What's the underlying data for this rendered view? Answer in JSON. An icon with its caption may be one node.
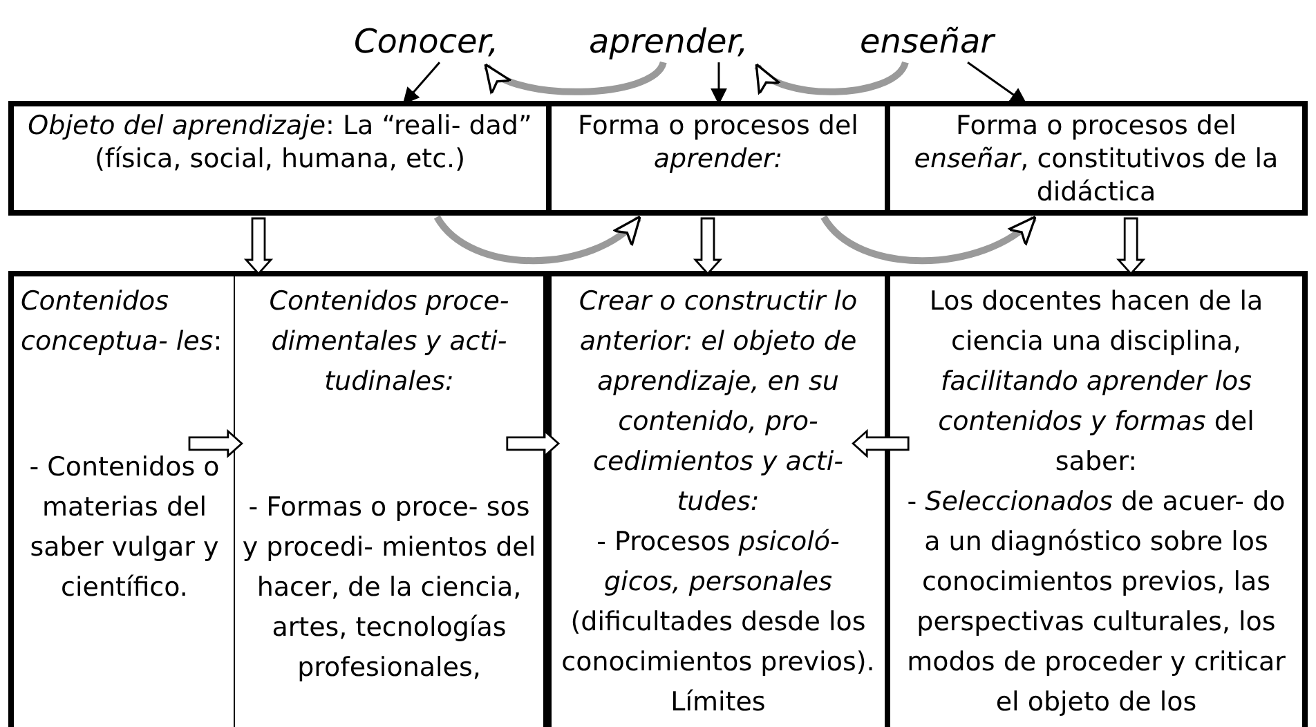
{
  "diagram": {
    "nodes": [
      {
        "text": [
          "Conocer,"
        ]
      },
      {
        "text": [
          "aprender,"
        ]
      },
      {
        "text": [
          "enseñar"
        ]
      },
      {
        "text": [
          "*Objeto del aprendizaje*: La “reali- dad” (física, social, humana, etc.)"
        ]
      },
      {
        "text": [
          "Forma o procesos del *aprender:*"
        ]
      },
      {
        "text": [
          "Forma o procesos del *enseñar*, constitutivos de la didáctica"
        ]
      },
      {
        "text": [
          "*Contenidos conceptua- les*:",
          "- Contenidos o materias del saber vulgar y científico."
        ]
      },
      {
        "text": [
          "Contenidos proce- dimentales y acti- tudinales:",
          "- Formas o proce- sos y procedi- mientos del hacer, de la ciencia, artes, tecnologías profesionales,"
        ]
      },
      {
        "text": [
          "Crear o constructir lo anterior: el objeto de aprendizaje, en su contenido, pro- cedimientos y acti- tudes:",
          "- Procesos *psicoló- gicos, personales* (dificultades desde los conocimientos previos). Límites"
        ]
      },
      {
        "text": [
          "Los docentes hacen de la ciencia una disciplina, *facilitando aprender los contenidos y formas* del saber:",
          "- *Seleccionados* de acuer- do a un diagnóstico sobre los conocimientos previos, las perspectivas culturales, los modos de proceder y criticar el objeto de los"
        ]
      }
    ],
    "edges": [
      {
        "from": 0,
        "to": 3,
        "arrow": "to",
        "color": "#000000"
      },
      {
        "from": 1,
        "to": 4,
        "arrow": "to",
        "color": "#000000"
      },
      {
        "from": 2,
        "to": 5,
        "arrow": "to",
        "color": "#000000"
      },
      {
        "from": 1,
        "to": 0,
        "arrow": "to"
      },
      {
        "from": 2,
        "to": 1,
        "arrow": "to"
      },
      {
        "from": 3,
        "to": 7,
        "arrow": "to"
      },
      {
        "from": 4,
        "to": 8,
        "arrow": "to"
      },
      {
        "from": 5,
        "to": 9,
        "arrow": "to"
      },
      {
        "from": 3,
        "to": 4,
        "arrow": "to"
      },
      {
        "from": 4,
        "to": 5,
        "arrow": "to"
      },
      {
        "from": 6,
        "to": 7,
        "arrow": "to"
      },
      {
        "from": 7,
        "to": 8,
        "arrow": "to"
      },
      {
        "from": 9,
        "to": 8,
        "arrow": "to"
      }
    ]
  }
}
